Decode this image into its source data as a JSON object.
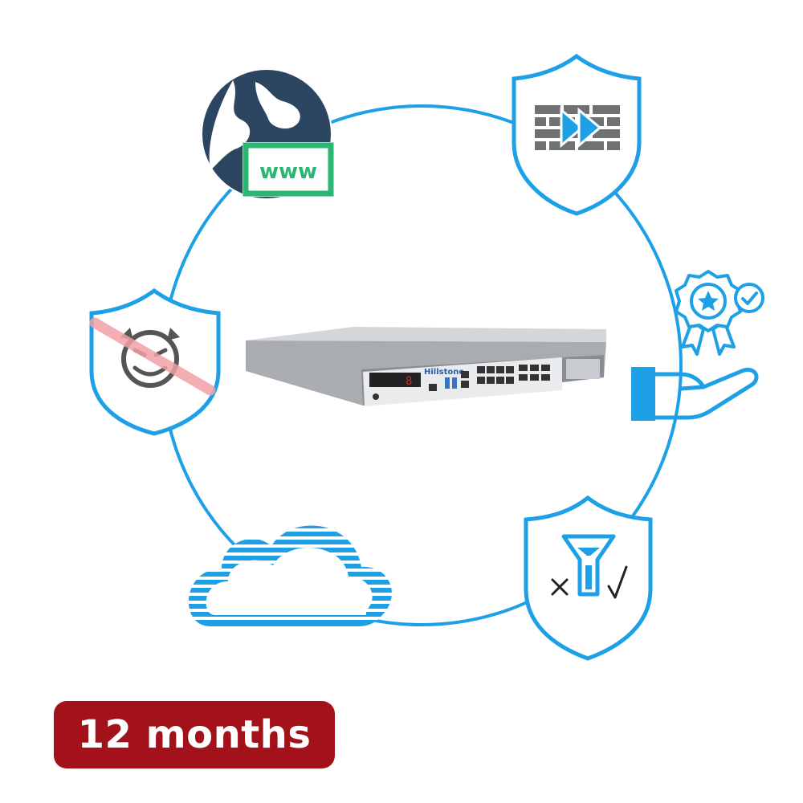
{
  "subscription": {
    "duration_label": "12 months"
  },
  "device": {
    "brand": "Hillstone",
    "display_digit": "8"
  },
  "web_icon": {
    "label": "www"
  },
  "icons": [
    "globe-www-icon",
    "firewall-shield-icon",
    "certified-service-hand-icon",
    "filter-shield-icon",
    "cloud-icon",
    "anti-malware-shield-icon"
  ],
  "colors": {
    "accent_blue": "#1ea0e6",
    "globe_navy": "#2c4661",
    "www_green": "#2bb673",
    "badge_red": "#a3111b",
    "firewall_gray": "#6f7173",
    "badge_text": "#ffffff"
  }
}
